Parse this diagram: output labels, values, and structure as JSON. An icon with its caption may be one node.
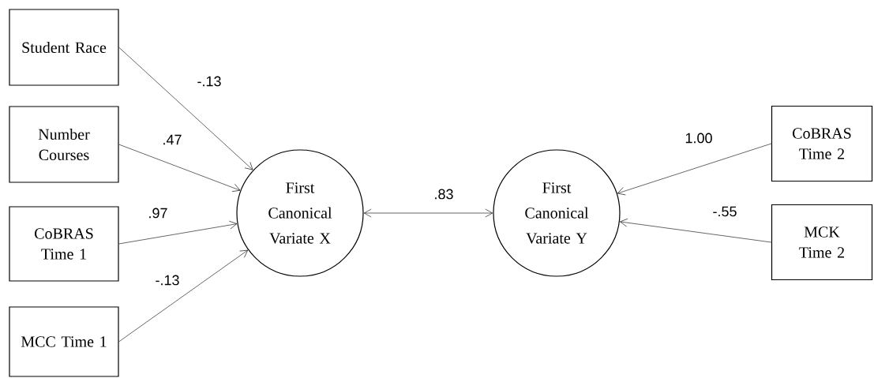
{
  "diagram": {
    "nodes": [
      {
        "text": [
          "Student Race"
        ]
      },
      {
        "text": [
          "Number Courses"
        ]
      },
      {
        "text": [
          "CoBRAS Time 1"
        ]
      },
      {
        "text": [
          "MCC Time 1"
        ]
      },
      {
        "text": [
          "First Canonical Variate X"
        ]
      },
      {
        "text": [
          "First Canonical Variate Y"
        ]
      },
      {
        "text": [
          "CoBRAS Time 2"
        ]
      },
      {
        "text": [
          "MCK Time 2"
        ]
      }
    ],
    "edges": [
      {
        "from": 0,
        "to": 4,
        "arrow": "to",
        "label": "-.13"
      },
      {
        "from": 1,
        "to": 4,
        "arrow": "to",
        "label": ".47"
      },
      {
        "from": 2,
        "to": 4,
        "arrow": "to",
        "label": ".97"
      },
      {
        "from": 3,
        "to": 4,
        "arrow": "to",
        "label": "-.13"
      },
      {
        "from": 4,
        "to": 5,
        "arrow": "both",
        "label": ".83"
      },
      {
        "from": 6,
        "to": 5,
        "arrow": "to",
        "label": "1.00"
      },
      {
        "from": 7,
        "to": 5,
        "arrow": "to",
        "label": "-.55"
      }
    ]
  }
}
